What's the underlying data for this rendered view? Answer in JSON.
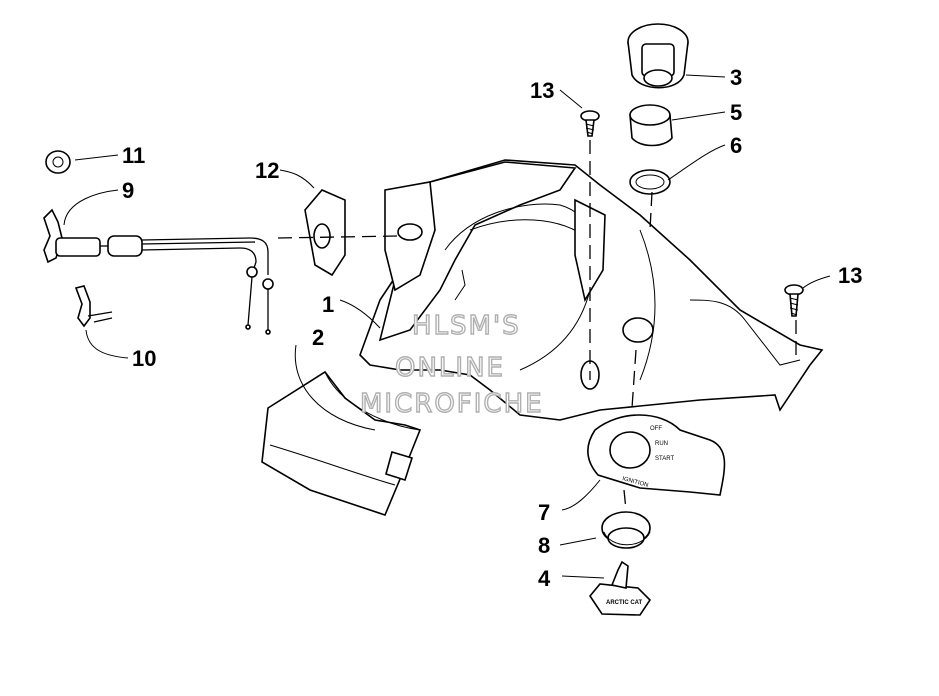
{
  "callouts": {
    "c1": "1",
    "c2": "2",
    "c3": "3",
    "c4": "4",
    "c5": "5",
    "c6": "6",
    "c7": "7",
    "c8": "8",
    "c9": "9",
    "c10": "10",
    "c11": "11",
    "c12": "12",
    "c13a": "13",
    "c13b": "13"
  },
  "part_text": {
    "ignition": "IGNITION",
    "off": "OFF",
    "run": "RUN",
    "start": "START"
  },
  "watermark": {
    "line1": "HLSM'S",
    "line2": "ONLINE",
    "line3": "MICROFICHE"
  },
  "key_logo": "ARCTIC CAT",
  "colors": {
    "ink": "#000000",
    "paper": "#ffffff",
    "watermark_outline": "#b0b0b0"
  }
}
